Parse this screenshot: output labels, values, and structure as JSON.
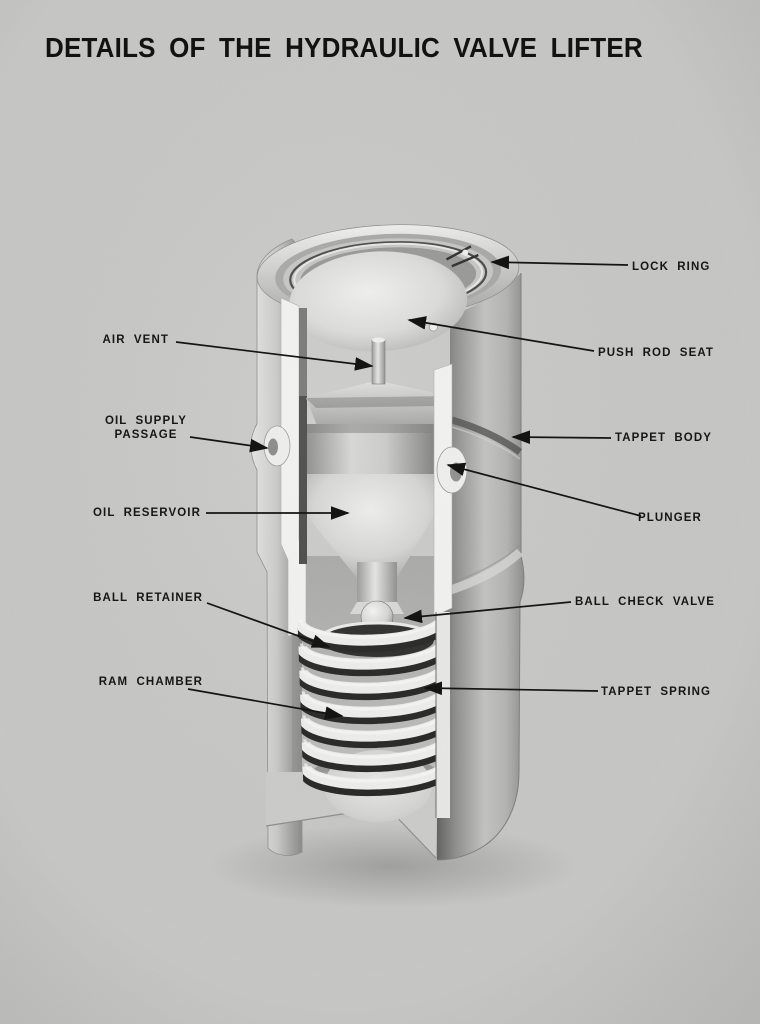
{
  "page": {
    "title": "DETAILS OF THE HYDRAULIC VALVE LIFTER",
    "background_color": "#c7c7c5",
    "ink_color": "#141412"
  },
  "figure": {
    "subject": "hydraulic valve lifter cutaway illustration",
    "callouts_left": [
      {
        "id": "air-vent",
        "label": "AIR VENT"
      },
      {
        "id": "oil-supply-passage",
        "label": "OIL SUPPLY",
        "label2": "PASSAGE"
      },
      {
        "id": "oil-reservoir",
        "label": "OIL RESERVOIR"
      },
      {
        "id": "ball-retainer",
        "label": "BALL RETAINER"
      },
      {
        "id": "ram-chamber",
        "label": "RAM CHAMBER"
      }
    ],
    "callouts_right": [
      {
        "id": "lock-ring",
        "label": "LOCK RING"
      },
      {
        "id": "push-rod-seat",
        "label": "PUSH ROD SEAT"
      },
      {
        "id": "tappet-body",
        "label": "TAPPET BODY"
      },
      {
        "id": "plunger",
        "label": "PLUNGER"
      },
      {
        "id": "ball-check-valve",
        "label": "BALL CHECK VALVE"
      },
      {
        "id": "tappet-spring",
        "label": "TAPPET SPRING"
      }
    ]
  }
}
